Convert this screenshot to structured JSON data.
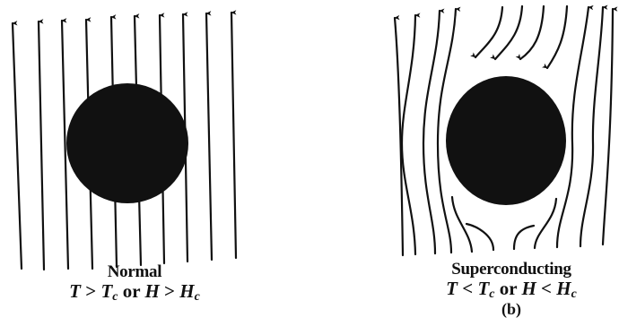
{
  "panels": [
    {
      "id": "a",
      "state": "Normal",
      "condition": {
        "var1": "T",
        "rel1": ">",
        "base1": "T",
        "sub1": "c",
        "or": "or",
        "var2": "H",
        "rel2": ">",
        "base2": "H",
        "sub2": "c"
      },
      "tag": ""
    },
    {
      "id": "b",
      "state": "Superconducting",
      "condition": {
        "var1": "T",
        "rel1": "<",
        "base1": "T",
        "sub1": "c",
        "or": "or",
        "var2": "H",
        "rel2": "<",
        "base2": "H",
        "sub2": "c"
      },
      "tag": "(b)"
    }
  ],
  "colors": {
    "ink": "#111111",
    "sphere": "#111111",
    "paper": "#ffffff"
  },
  "icons": [
    "field-line-arrow-icon",
    "sphere-icon"
  ]
}
